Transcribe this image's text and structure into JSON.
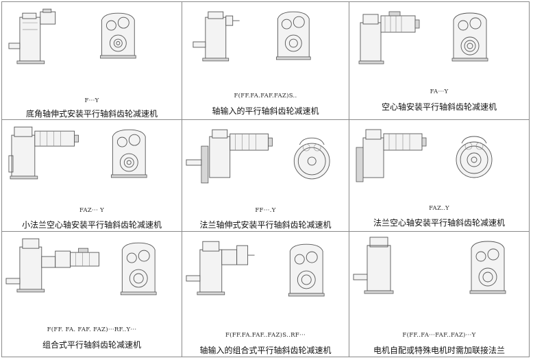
{
  "cells": [
    {
      "code": "F···Y",
      "caption": "底角轴伸式安装平行轴斜齿轮减速机"
    },
    {
      "code": "F(FF.FA.FAF.FAZ)S..",
      "caption": "轴输入的平行轴斜齿轮减速机"
    },
    {
      "code": "FA···Y",
      "caption": "空心轴安装平行轴斜齿轮减速机"
    },
    {
      "code": "FAZ···  Y",
      "caption": "小法兰空心轴安装平行轴斜齿轮减速机"
    },
    {
      "code": "FF···.Y",
      "caption": "法兰轴伸式安装平行轴斜齿轮减速机"
    },
    {
      "code": "FAZ..Y",
      "caption": "法兰空心轴安装平行轴斜齿轮减速机"
    },
    {
      "code": "F(FF.  FA.  FAF.  FAZ)···RF..Y···",
      "caption": "组合式平行轴斜齿轮减速机"
    },
    {
      "code": "F(FF.FA.FAF..FAZ)S..RF···",
      "caption": "轴输入的组合式平行轴斜齿轮减速机"
    },
    {
      "code": "F(FF..FA···FAF..FAZ)···Y",
      "caption": "电机自配或特殊电机时需加联接法兰"
    }
  ]
}
